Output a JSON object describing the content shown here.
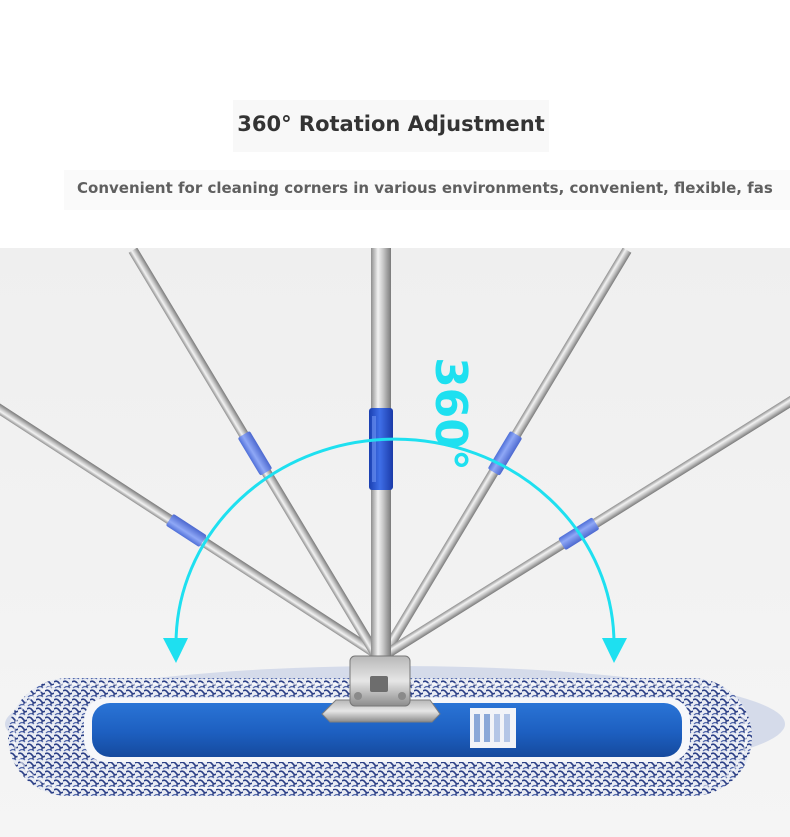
{
  "header": {
    "title": "360° Rotation Adjustment",
    "subtitle": "Convenient for cleaning corners in various environments, convenient, flexible, fas"
  },
  "illustration": {
    "rotation_label": "360°",
    "accent_color": "#1ee0f0",
    "grip_color": "#6f8ff0",
    "mop_pad_color": "#1f63c4",
    "background_color": "#f0f0f0"
  }
}
